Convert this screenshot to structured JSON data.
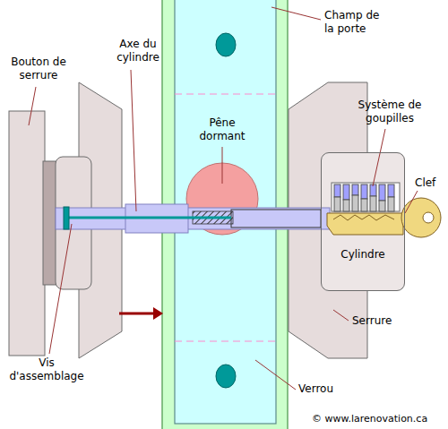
{
  "diagram": {
    "nodes": [
      {
        "text": [
          "Cylindre"
        ]
      }
    ],
    "labels": [
      "Champ de la porte",
      "Axe du cylindre",
      "Bouton de serrure",
      "Pêne dormant",
      "Système de goupilles",
      "Clef",
      "Serrure",
      "Vis d'assemblage",
      "Verrou",
      "© www.larenovation.ca"
    ]
  }
}
